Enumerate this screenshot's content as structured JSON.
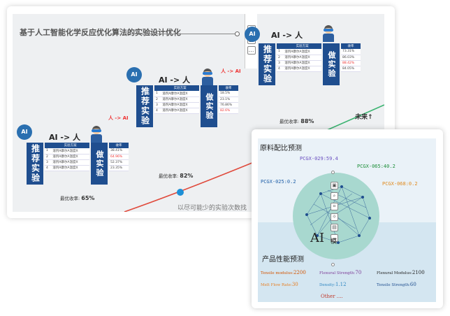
{
  "slide": {
    "title": "基于人工智能化学反应优化算法的实验设计优化",
    "bottom_text": "以尽可能少的实验次数找",
    "future": "未来↑",
    "arrow_label_1": "人 -> AI",
    "arrow_label_2": "人 -> AI",
    "groups": [
      {
        "bulb": "AI",
        "head": "AI -> 人",
        "left_label": "推荐实验",
        "right_label": "做实验",
        "cols": [
          "实验方案",
          "收率"
        ],
        "rows": [
          {
            "n": "1",
            "plan": "溶剂A摩尔A温度X",
            "yield": "38.41%",
            "hl": false
          },
          {
            "n": "2",
            "plan": "溶剂A摩尔A温度X",
            "yield": "64.96%",
            "hl": true
          },
          {
            "n": "3",
            "plan": "溶剂A摩尔A温度X",
            "yield": "52.37%",
            "hl": false
          },
          {
            "n": "4",
            "plan": "溶剂A摩尔A温度X",
            "yield": "23.35%",
            "hl": false
          }
        ],
        "optimal_label": "最优收率:",
        "optimal_value": "65%"
      },
      {
        "bulb": "AI",
        "head": "AI -> 人",
        "left_label": "推荐实验",
        "right_label": "做实验",
        "cols": [
          "实验方案",
          "收率"
        ],
        "rows": [
          {
            "n": "1",
            "plan": "溶剂A摩尔A温度X",
            "yield": "18.5%",
            "hl": false
          },
          {
            "n": "2",
            "plan": "溶剂A摩尔A温度X",
            "yield": "23.1%",
            "hl": false
          },
          {
            "n": "3",
            "plan": "溶剂A摩尔A温度X",
            "yield": "76.86%",
            "hl": false
          },
          {
            "n": "4",
            "plan": "溶剂A摩尔A温度X",
            "yield": "82.6%",
            "hl": true
          }
        ],
        "optimal_label": "最优收率:",
        "optimal_value": "82%"
      },
      {
        "bulb": "AI",
        "head": "AI -> 人",
        "left_label": "推荐实验",
        "right_label": "做实验",
        "cols": [
          "实验方案",
          "收率"
        ],
        "rows": [
          {
            "n": "1",
            "plan": "溶剂A摩尔A温度X",
            "yield": "73.31%",
            "hl": false
          },
          {
            "n": "2",
            "plan": "溶剂A摩尔A温度X",
            "yield": "86.03%",
            "hl": false
          },
          {
            "n": "3",
            "plan": "溶剂A摩尔A温度X",
            "yield": "88.42%",
            "hl": true
          },
          {
            "n": "4",
            "plan": "溶剂A摩尔A温度X",
            "yield": "84.05%",
            "hl": false
          }
        ],
        "optimal_label": "最优收率:",
        "optimal_value": "88%"
      }
    ]
  },
  "panel": {
    "top_title": "原料配比预测",
    "bottom_title": "产品性能预测",
    "ai_label": "AI",
    "mo_label": "模",
    "inputs": [
      {
        "text": "PCGX-029:59.4",
        "color": "#6a4fc0"
      },
      {
        "text": "PCGX-065:40.2",
        "color": "#1e8f3a"
      },
      {
        "text": "PCGX-025:0.2",
        "color": "#1f5fa8"
      },
      {
        "text": "PCGX-068:0.2",
        "color": "#e08a1e"
      }
    ],
    "props": [
      {
        "label": "Tensile modulus:",
        "value": "2200",
        "color": "#d35400"
      },
      {
        "label": "Flexural Strength:",
        "value": "70",
        "color": "#7d3c98"
      },
      {
        "label": "Flexural Modulus:",
        "value": "2100",
        "color": "#222222"
      },
      {
        "label": "Melt Flow Rate:",
        "value": "30",
        "color": "#e67e22"
      },
      {
        "label": "Density:",
        "value": "1.12",
        "color": "#2e86c1"
      },
      {
        "label": "Tensile Strength:",
        "value": "60",
        "color": "#1f4e8f"
      }
    ],
    "other": "Other ...."
  }
}
